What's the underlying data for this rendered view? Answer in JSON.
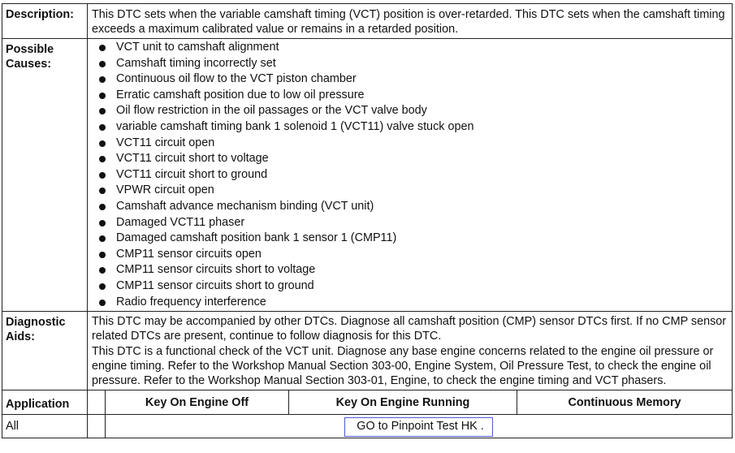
{
  "description": {
    "label": "Description:",
    "text": "This DTC sets when the variable camshaft timing (VCT) position is over-retarded. This DTC sets when the camshaft timing exceeds a maximum calibrated value or remains in a retarded position."
  },
  "possible_causes": {
    "label": "Possible Causes:",
    "items": [
      "VCT unit to camshaft alignment",
      "Camshaft timing incorrectly set",
      "Continuous oil flow to the VCT piston chamber",
      "Erratic camshaft position due to low oil pressure",
      "Oil flow restriction in the oil passages or the VCT valve body",
      "variable camshaft timing bank 1 solenoid 1 (VCT11) valve stuck open",
      "VCT11 circuit open",
      "VCT11 circuit short to voltage",
      "VCT11 circuit short to ground",
      "VPWR circuit open",
      "Camshaft advance mechanism binding (VCT unit)",
      "Damaged VCT11 phaser",
      "Damaged camshaft position bank 1 sensor 1 (CMP11)",
      "CMP11 sensor circuits open",
      "CMP11 sensor circuits short to voltage",
      "CMP11 sensor circuits short to ground",
      "Radio frequency interference"
    ]
  },
  "diagnostic_aids": {
    "label": "Diagnostic Aids:",
    "paragraph1": "This DTC may be accompanied by other DTCs. Diagnose all camshaft position (CMP) sensor DTCs first. If no CMP sensor related DTCs are present, continue to follow diagnosis for this DTC.",
    "paragraph2": "This DTC is a functional check of the VCT unit. Diagnose any base engine concerns related to the engine oil pressure or engine timing. Refer to the Workshop Manual Section 303-00, Engine System, Oil Pressure Test, to check the engine oil pressure. Refer to the Workshop Manual Section 303-01, Engine, to check the engine timing and VCT phasers."
  },
  "application": {
    "label": "Application",
    "columns": [
      "Key On Engine Off",
      "Key On Engine Running",
      "Continuous Memory"
    ],
    "row_label": "All",
    "action": "GO to Pinpoint Test HK ."
  }
}
